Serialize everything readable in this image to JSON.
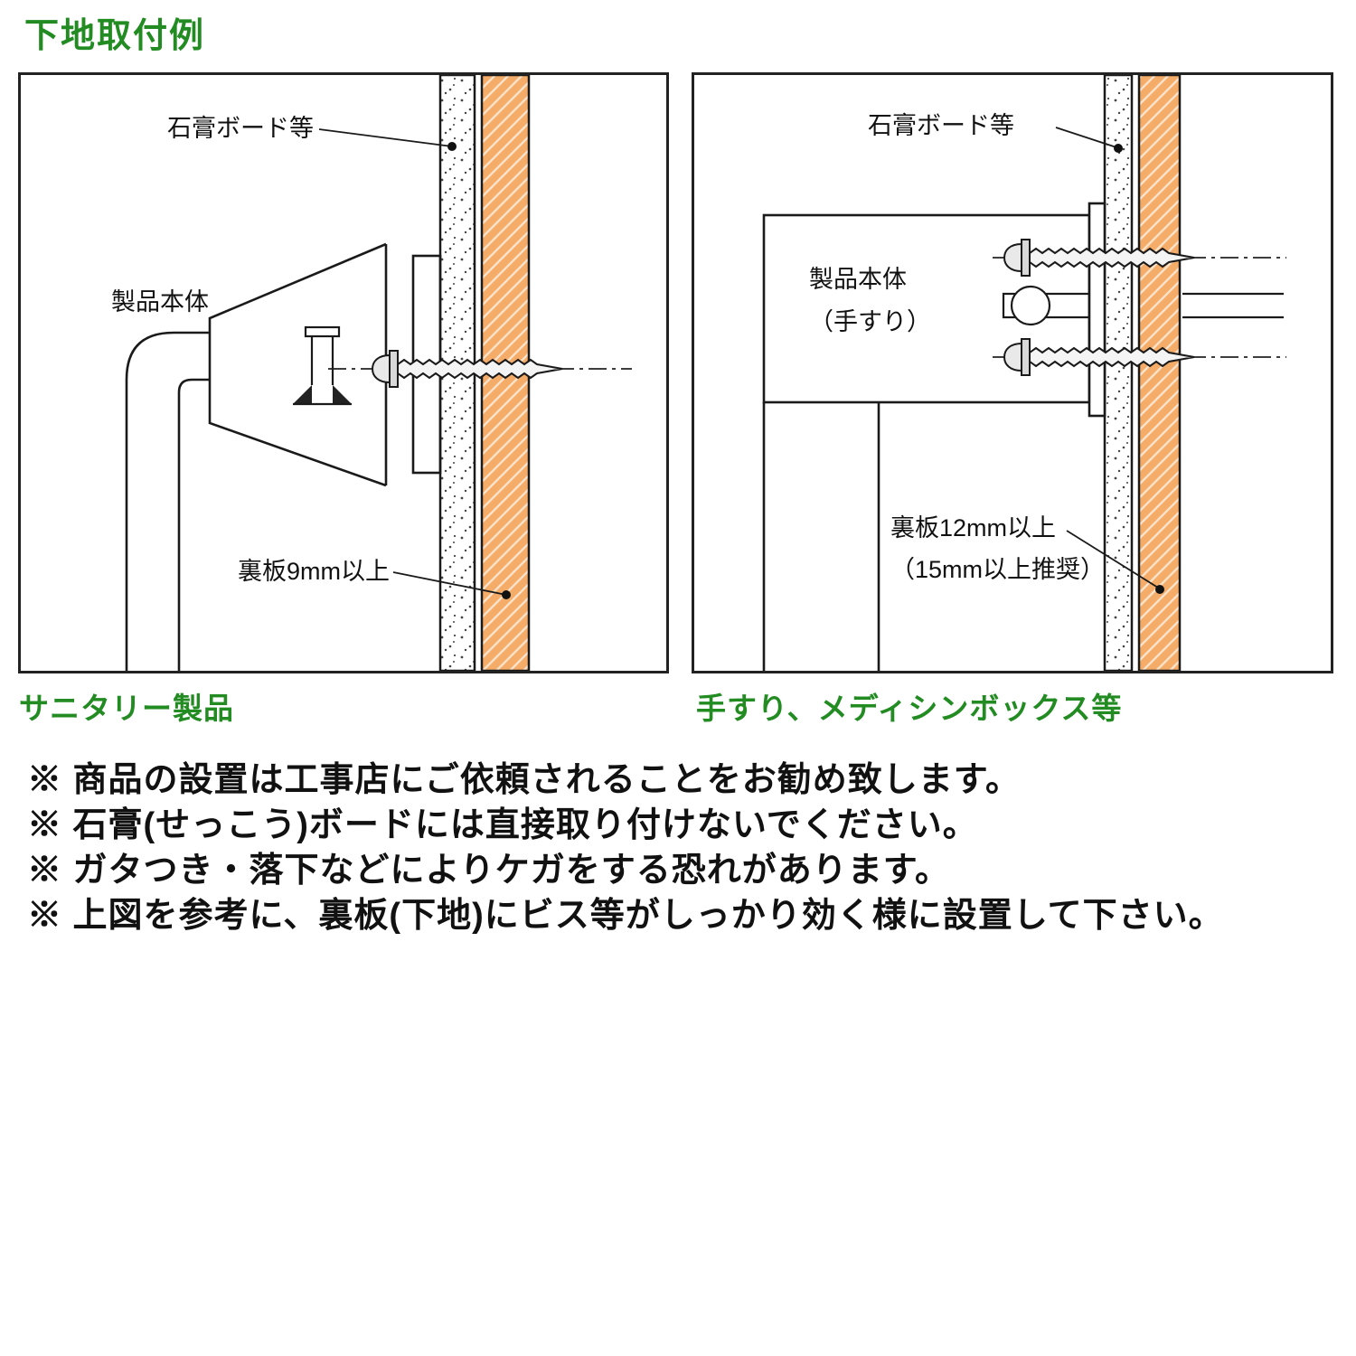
{
  "title": "下地取付例",
  "colors": {
    "accent_green": "#228B22",
    "wood_fill": "#F4AC68",
    "line_color": "#1a1a1a"
  },
  "left_panel": {
    "caption": "サニタリー製品",
    "labels": {
      "board": "石膏ボード等",
      "product": "製品本体",
      "backing": "裏板9mm以上"
    }
  },
  "right_panel": {
    "caption": "手すり、メディシンボックス等",
    "labels": {
      "board": "石膏ボード等",
      "product_line1": "製品本体",
      "product_line2": "（手すり）",
      "backing_line1": "裏板12mm以上",
      "backing_line2": "（15mm以上推奨）"
    }
  },
  "notes": [
    "※ 商品の設置は工事店にご依頼されることをお勧め致します。",
    "※ 石膏(せっこう)ボードには直接取り付けないでください。",
    "※ ガタつき・落下などによりケガをする恐れがあります。",
    "※ 上図を参考に、裏板(下地)にビス等がしっかり効く様に設置して下さい。"
  ]
}
